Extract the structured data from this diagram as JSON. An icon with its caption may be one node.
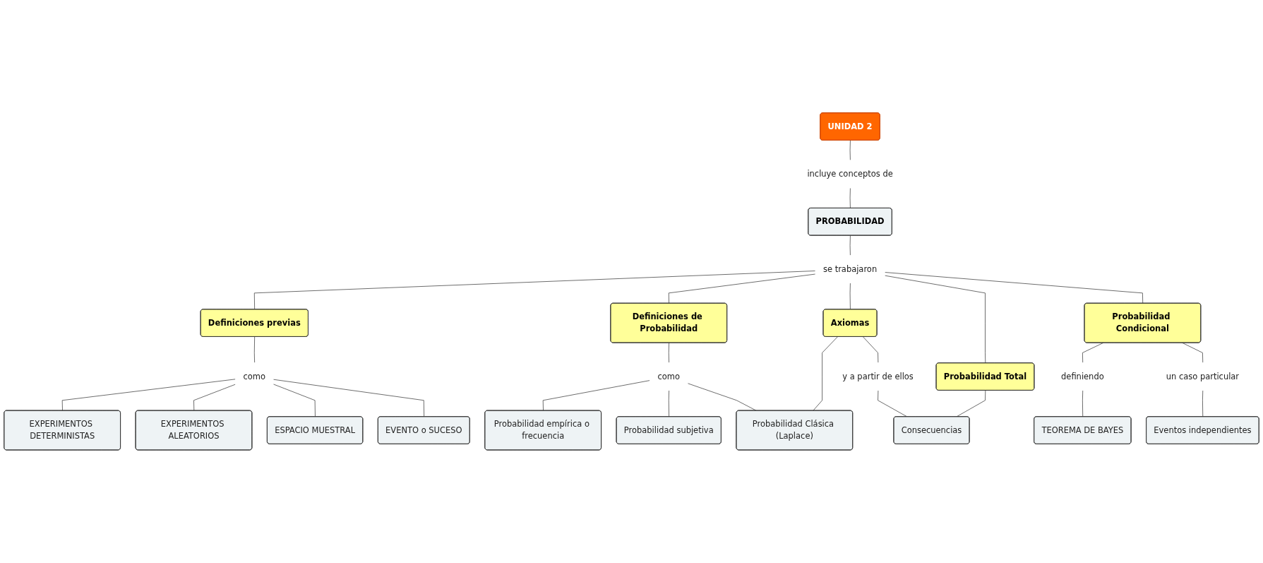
{
  "diagram": {
    "nodes": [
      {
        "text": [
          "UNIDAD 2"
        ]
      },
      {
        "text": [
          "incluye conceptos de"
        ]
      },
      {
        "text": [
          "PROBABILIDAD"
        ]
      },
      {
        "text": [
          "se trabajaron"
        ]
      },
      {
        "text": [
          "Definiciones previas"
        ]
      },
      {
        "text": [
          "Definiciones de Probabilidad"
        ]
      },
      {
        "text": [
          "Axiomas"
        ]
      },
      {
        "text": [
          "Probabilidad Total"
        ]
      },
      {
        "text": [
          "Probabilidad Condicional"
        ]
      },
      {
        "text": [
          "EXPERIMENTOS DETERMINISTAS"
        ]
      },
      {
        "text": [
          "como"
        ]
      },
      {
        "text": [
          "EXPERIMENTOS ALEATORIOS"
        ]
      },
      {
        "text": [
          "ESPACIO MUESTRAL"
        ]
      },
      {
        "text": [
          "EVENTO o SUCESO"
        ]
      },
      {
        "text": [
          "como"
        ]
      },
      {
        "text": [
          "Probabilidad empírica o frecuencia"
        ]
      },
      {
        "text": [
          "Probabilidad subjetiva"
        ]
      },
      {
        "text": [
          "Probabilidad Clásica (Laplace)"
        ]
      },
      {
        "text": [
          "y a partir de ellos"
        ]
      },
      {
        "text": [
          "Consecuencias"
        ]
      },
      {
        "text": [
          "definiendo"
        ]
      },
      {
        "text": [
          "TEOREMA DE BAYES"
        ]
      },
      {
        "text": [
          "un caso particular"
        ]
      },
      {
        "text": [
          "Eventos independientes"
        ]
      }
    ],
    "edges": [
      {
        "from": 0,
        "to": 1,
        "arrow": "none"
      },
      {
        "from": 1,
        "to": 2,
        "arrow": "none"
      },
      {
        "from": 2,
        "to": 3,
        "arrow": "none"
      },
      {
        "from": 3,
        "to": 4,
        "arrow": "none"
      },
      {
        "from": 3,
        "to": 5,
        "arrow": "none"
      },
      {
        "from": 3,
        "to": 6,
        "arrow": "none"
      },
      {
        "from": 3,
        "to": 7,
        "arrow": "none"
      },
      {
        "from": 3,
        "to": 8,
        "arrow": "none"
      },
      {
        "from": 4,
        "to": 10,
        "arrow": "none"
      },
      {
        "from": 10,
        "to": 9,
        "arrow": "none"
      },
      {
        "from": 10,
        "to": 11,
        "arrow": "none"
      },
      {
        "from": 10,
        "to": 12,
        "arrow": "none"
      },
      {
        "from": 10,
        "to": 13,
        "arrow": "none"
      },
      {
        "from": 5,
        "to": 14,
        "arrow": "none"
      },
      {
        "from": 14,
        "to": 15,
        "arrow": "none"
      },
      {
        "from": 14,
        "to": 16,
        "arrow": "none"
      },
      {
        "from": 14,
        "to": 17,
        "arrow": "none"
      },
      {
        "from": 6,
        "to": 17,
        "arrow": "none"
      },
      {
        "from": 6,
        "to": 18,
        "arrow": "none"
      },
      {
        "from": 18,
        "to": 19,
        "arrow": "none"
      },
      {
        "from": 7,
        "to": 19,
        "arrow": "none"
      },
      {
        "from": 8,
        "to": 20,
        "arrow": "none"
      },
      {
        "from": 20,
        "to": 21,
        "arrow": "none"
      },
      {
        "from": 8,
        "to": 22,
        "arrow": "none"
      },
      {
        "from": 22,
        "to": 23,
        "arrow": "none"
      }
    ]
  }
}
